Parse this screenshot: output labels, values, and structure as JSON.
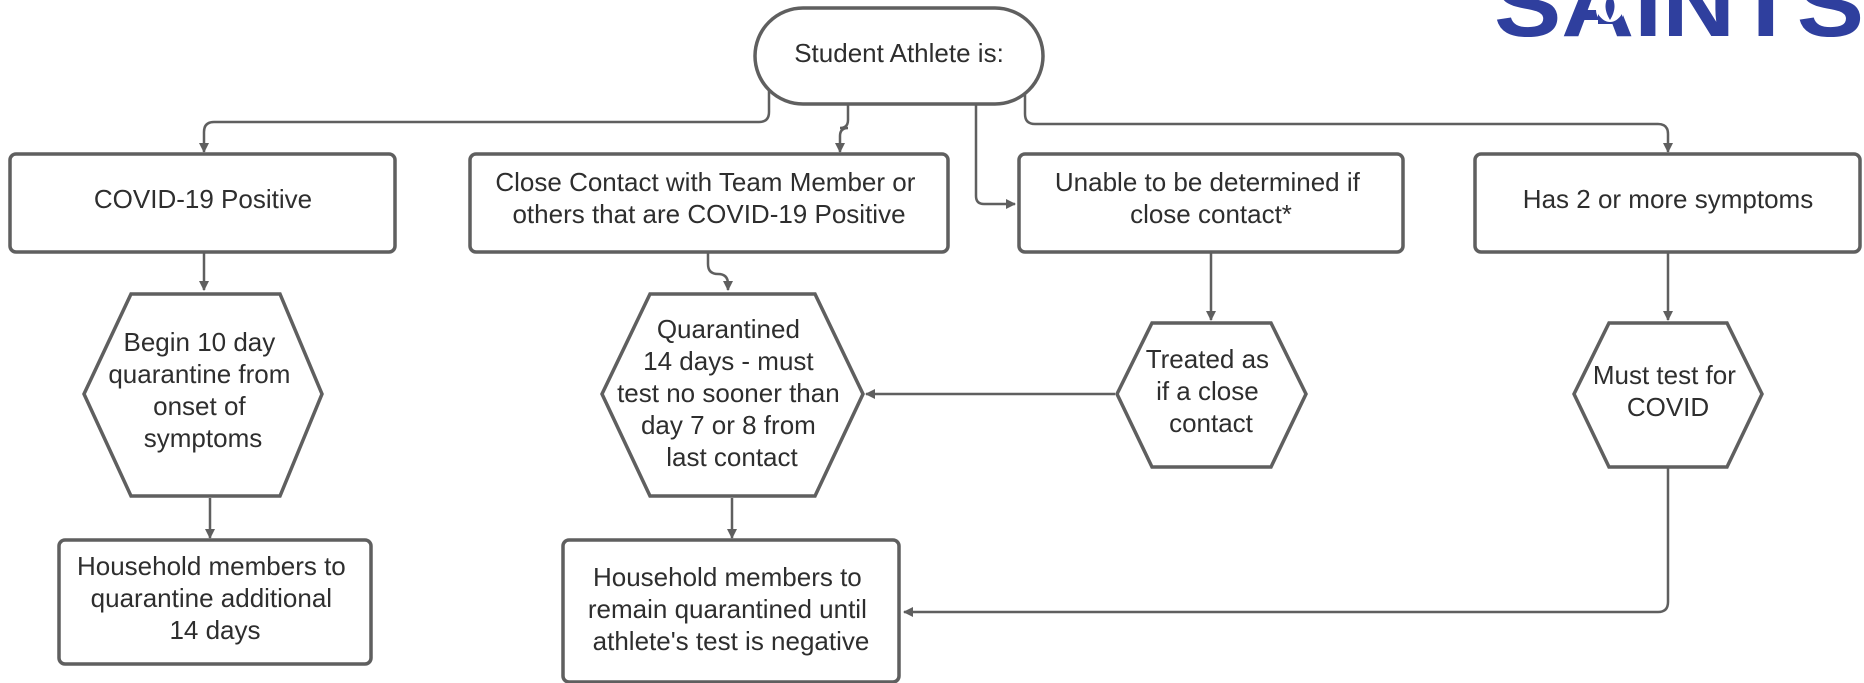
{
  "diagram": {
    "nodes": {
      "start": {
        "lines": [
          "Student Athlete is:"
        ]
      },
      "covid_positive": {
        "lines": [
          "COVID-19 Positive"
        ]
      },
      "close_contact": {
        "lines": [
          "Close Contact with Team Member or",
          "others that are COVID-19 Positive"
        ]
      },
      "undetermined": {
        "lines": [
          "Unable to be determined if",
          "close contact*"
        ]
      },
      "symptoms": {
        "lines": [
          "Has 2 or more symptoms"
        ]
      },
      "begin_quarantine": {
        "lines": [
          "Begin 10 day",
          "quarantine from",
          "onset of",
          "symptoms"
        ]
      },
      "quarantined_14": {
        "lines": [
          "Quarantined",
          "14 days - must",
          "test no sooner than",
          "day 7 or 8 from",
          "last contact"
        ]
      },
      "treated_close": {
        "lines": [
          "Treated as",
          "if a close",
          "contact"
        ]
      },
      "must_test": {
        "lines": [
          "Must test for",
          "COVID"
        ]
      },
      "household_additional": {
        "lines": [
          "Household members to",
          "quarantine additional",
          "14 days"
        ]
      },
      "household_remain": {
        "lines": [
          "Household members to",
          "remain quarantined until",
          "athlete's test is negative"
        ]
      }
    },
    "edges": [
      [
        "start",
        "covid_positive"
      ],
      [
        "start",
        "close_contact"
      ],
      [
        "start",
        "undetermined"
      ],
      [
        "start",
        "symptoms"
      ],
      [
        "covid_positive",
        "begin_quarantine"
      ],
      [
        "close_contact",
        "quarantined_14"
      ],
      [
        "undetermined",
        "treated_close"
      ],
      [
        "symptoms",
        "must_test"
      ],
      [
        "treated_close",
        "quarantined_14"
      ],
      [
        "begin_quarantine",
        "household_additional"
      ],
      [
        "quarantined_14",
        "household_remain"
      ],
      [
        "must_test",
        "household_remain"
      ]
    ]
  },
  "logo": {
    "text": "SAINTS"
  },
  "colors": {
    "stroke": "#5f5f5f",
    "text": "#2e2e2e",
    "logo": "#2f3f9e",
    "background": "#ffffff"
  }
}
